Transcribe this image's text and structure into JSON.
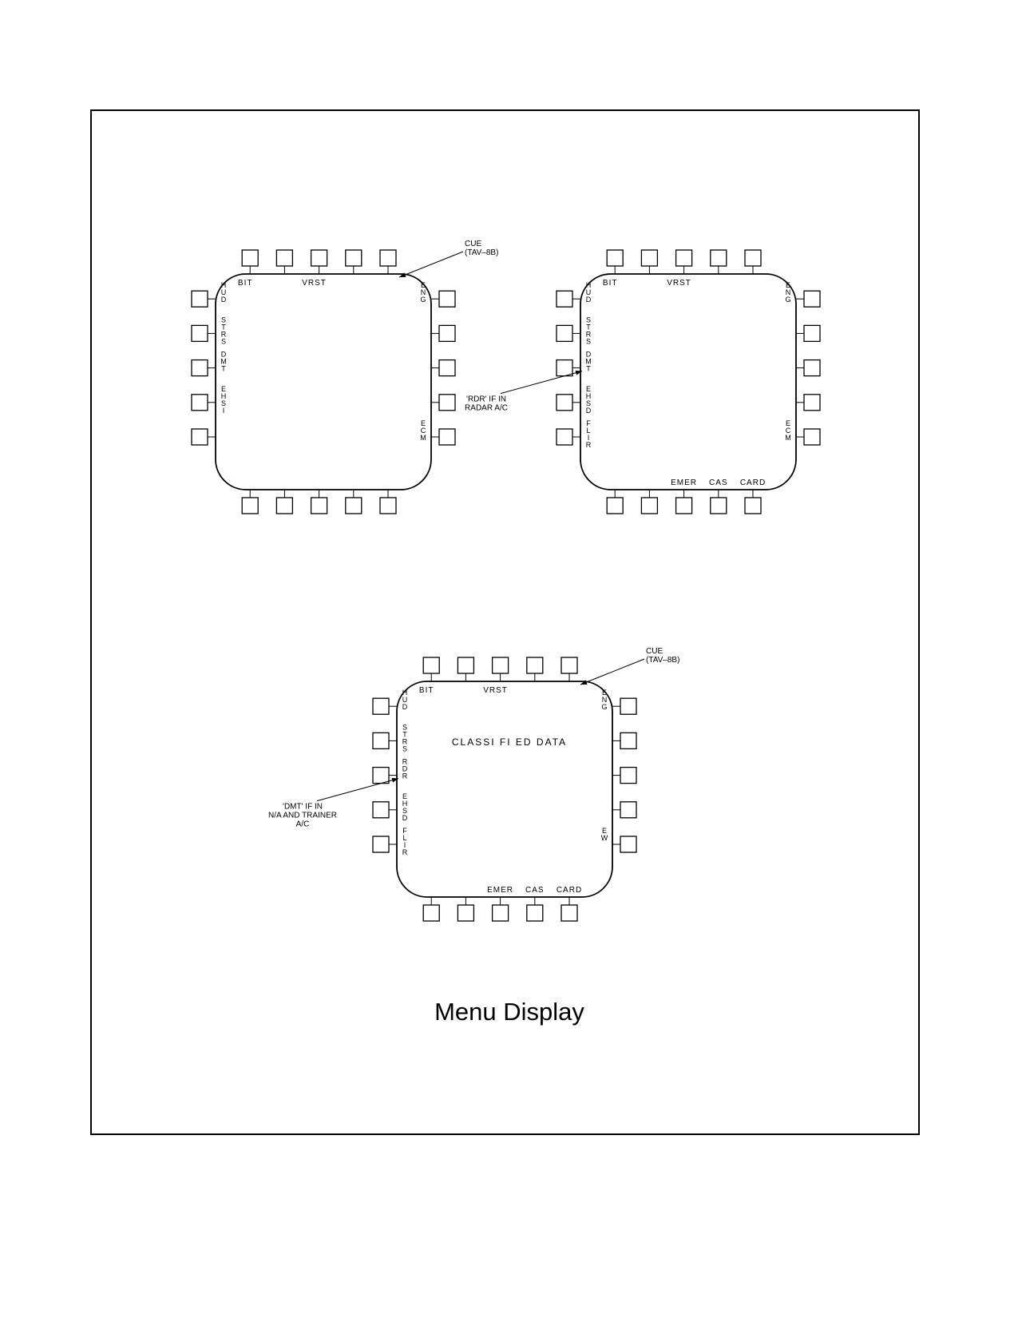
{
  "caption": "Menu Display",
  "displays": [
    {
      "id": "display-1",
      "top": [
        "BIT",
        "",
        "VRST",
        "",
        ""
      ],
      "bottom": [
        "",
        "",
        "",
        "",
        ""
      ],
      "left": [
        "HUD",
        "STRS",
        "DMT",
        "EHSI",
        ""
      ],
      "right": [
        "ENG",
        "",
        "",
        "",
        "ECM"
      ],
      "center_text": "",
      "notes": [
        {
          "text": [
            "CUE",
            "(TAV–8B)"
          ],
          "points_to": "top-right"
        }
      ]
    },
    {
      "id": "display-2",
      "top": [
        "BIT",
        "",
        "VRST",
        "",
        ""
      ],
      "bottom": [
        "",
        "",
        "EMER",
        "CAS",
        "CARD"
      ],
      "left": [
        "HUD",
        "STRS",
        "DMT",
        "EHSD",
        "FLIR"
      ],
      "right": [
        "ENG",
        "",
        "",
        "",
        "ECM"
      ],
      "center_text": "",
      "notes": [
        {
          "text": [
            "'RDR' IF IN",
            "RADAR A/C"
          ],
          "points_to": "left-3"
        }
      ]
    },
    {
      "id": "display-3",
      "top": [
        "BIT",
        "",
        "VRST",
        "",
        ""
      ],
      "bottom": [
        "",
        "",
        "EMER",
        "CAS",
        "CARD"
      ],
      "left": [
        "HUD",
        "STRS",
        "RDR",
        "EHSD",
        "FLIR"
      ],
      "right": [
        "ENG",
        "",
        "",
        "",
        "EW"
      ],
      "center_text": "CLASSI FI ED  DATA",
      "notes": [
        {
          "text": [
            "CUE",
            "(TAV–8B)"
          ],
          "points_to": "top-right"
        },
        {
          "text": [
            "'DMT' IF IN",
            "N/A AND TRAINER",
            "A/C"
          ],
          "points_to": "left-3"
        }
      ]
    }
  ]
}
